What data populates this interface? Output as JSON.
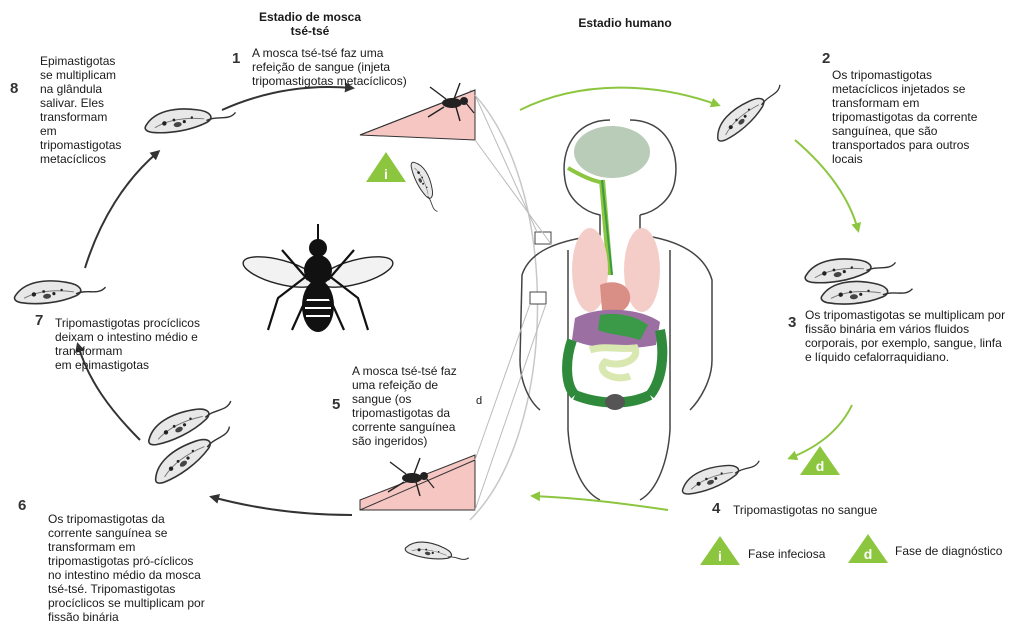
{
  "headers": {
    "tsetse_stage": "Estadio de mosca\ntsé-tsé",
    "human_stage": "Estadio humano"
  },
  "steps": [
    {
      "number": "1",
      "text": "A mosca tsé-tsé faz uma\nrefeição de sangue (injeta\ntripomastigotas metacíclicos)"
    },
    {
      "number": "2",
      "text": "Os tripomastigotas\nmetacíclicos injetados se\ntransformam em\ntripomastigotas da corrente\nsanguínea, que são\ntransportados para outros\nlocais"
    },
    {
      "number": "3",
      "text": "Os tripomastigotas se multiplicam por\nfissão binária em vários fluidos\ncorporais, por exemplo, sangue, linfa\ne líquido cefalorraquidiano."
    },
    {
      "number": "4",
      "text": "Tripomastigotas no sangue"
    },
    {
      "number": "5",
      "text": "A mosca tsé-tsé faz\numa refeição de\nsangue (os\ntripomastigotas da\ncorrente sanguínea\nsão ingeridos)"
    },
    {
      "number": "6",
      "text": "Os tripomastigotas da\ncorrente sanguínea se\ntransformam em\ntripomastigotas pró-cíclicos\nno intestino médio da mosca\ntsé-tsé. Tripomastigotas\nprocíclicos se multiplicam por\nfissão binária"
    },
    {
      "number": "7",
      "text": "Tripomastigotas procíclicos\ndeixam o intestino médio e\ntransformam\nem epimastigotas"
    },
    {
      "number": "8",
      "text": "Epimastigotas\nse multiplicam\nna glândula\nsalivar. Eles\ntransformam\nem\ntripomastigotas\nmetacíclicos"
    }
  ],
  "legend": {
    "infective_symbol": "i",
    "infective_label": "Fase infeciosa",
    "diagnostic_symbol": "d",
    "diagnostic_label": "Fase de diagnóstico"
  },
  "stray_mark": "d",
  "colors": {
    "green": "#8cc63f",
    "arrow_dark": "#333333",
    "skin_pink": "#f6c6c3",
    "organ_green": "#3a9a48"
  }
}
